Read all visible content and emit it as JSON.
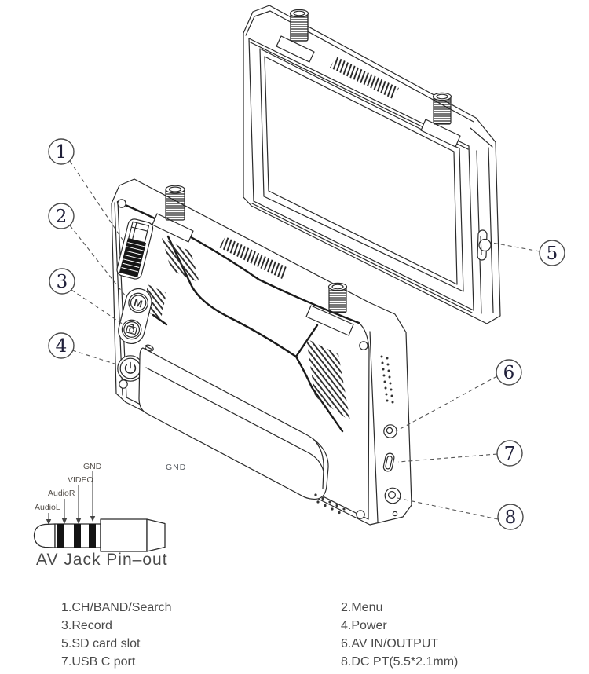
{
  "callouts": [
    "1",
    "2",
    "3",
    "4",
    "5",
    "6",
    "7",
    "8"
  ],
  "pinout": {
    "title": "AV Jack Pin–out",
    "labels": [
      "AudioL",
      "AudioR",
      "VIDEO",
      "GND"
    ]
  },
  "panel": {
    "gnd_label": "GND",
    "menu_letter": "M"
  },
  "legend": {
    "left": [
      "1.CH/BAND/Search",
      "3.Record",
      "5.SD card slot",
      "7.USB C port"
    ],
    "right": [
      "2.Menu",
      "4.Power",
      "6.AV IN/OUTPUT",
      "8.DC PT(5.5*2.1mm)"
    ]
  },
  "colors": {
    "line": "#2b2b2b",
    "text": "#4a4a4a",
    "small_label": "#55504b",
    "callout_number": "#20203a",
    "background": "#ffffff"
  }
}
